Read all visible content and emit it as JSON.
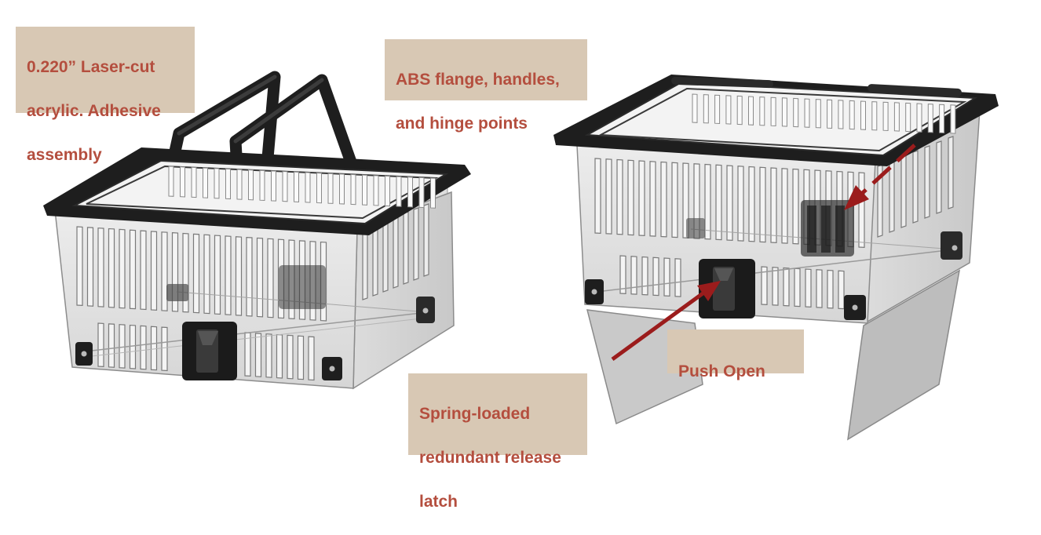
{
  "colors": {
    "callout_bg": "#d8c8b4",
    "callout_text": "#b44e3e",
    "arrow": "#9b1c1c",
    "frame": "#1e1e1e",
    "acrylic": "#e6e6e6",
    "acrylic_stroke": "#9a9a9a"
  },
  "callouts": {
    "acrylic": {
      "lines": [
        "0.220” Laser-cut",
        "acrylic. Adhesive",
        "assembly"
      ]
    },
    "abs": {
      "lines": [
        "ABS flange, handles,",
        "and hinge points"
      ]
    },
    "latch": {
      "lines": [
        "Spring-loaded",
        "redundant release",
        "latch"
      ]
    },
    "push": {
      "lines": [
        "Push Open"
      ]
    }
  }
}
